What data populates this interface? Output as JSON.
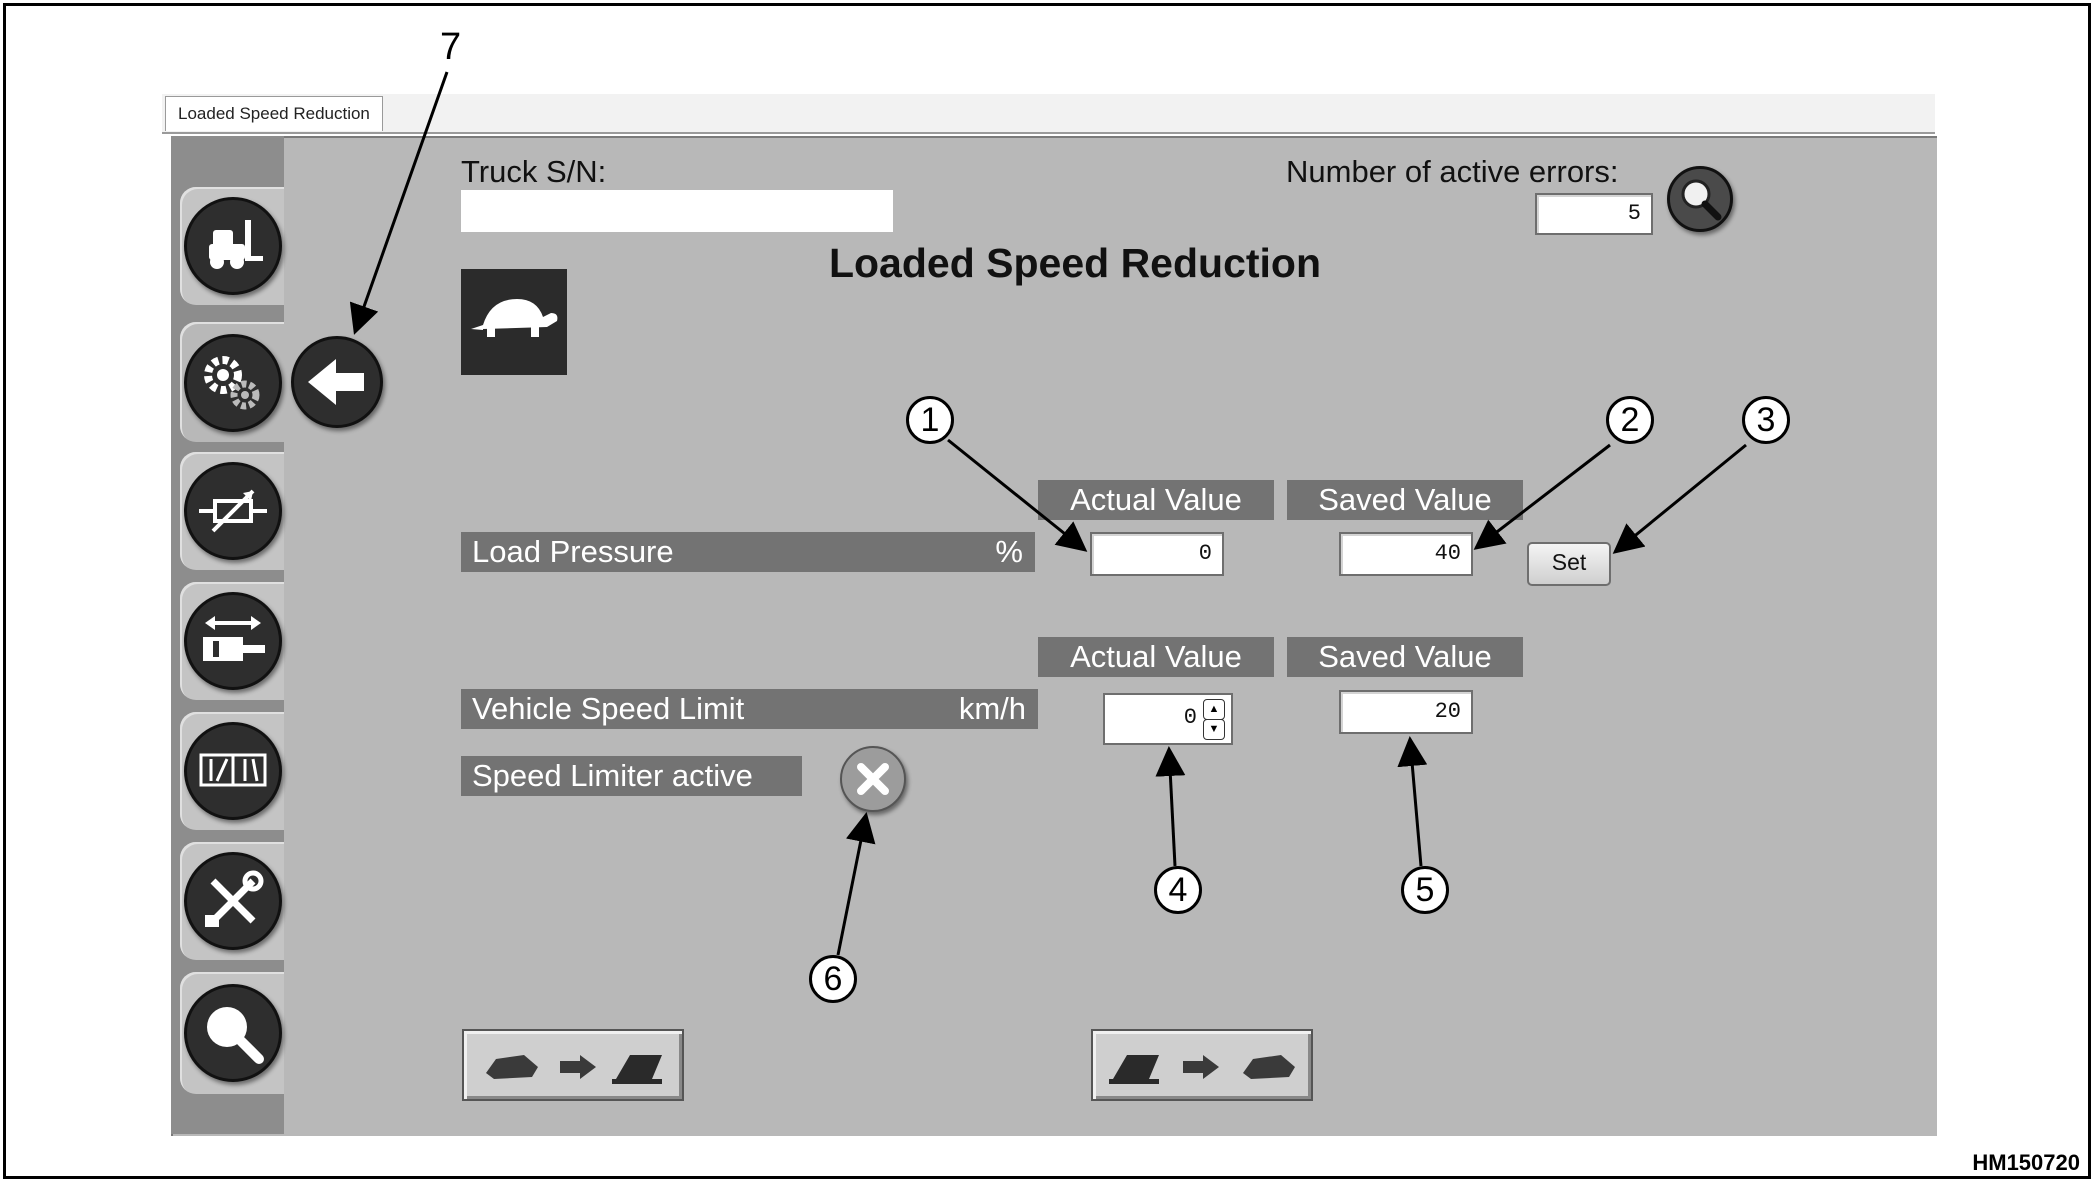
{
  "window": {
    "tab_label": "Loaded Speed Reduction"
  },
  "header": {
    "truck_sn_label": "Truck S/N:",
    "truck_sn_value": "",
    "active_errors_label": "Number of active errors:",
    "active_errors_value": "5",
    "title": "Loaded Speed Reduction"
  },
  "sidebar": {
    "items": [
      {
        "icon": "forklift-icon"
      },
      {
        "icon": "gears-icon",
        "selected": true
      },
      {
        "icon": "adjustment-icon"
      },
      {
        "icon": "hydraulic-cylinder-icon"
      },
      {
        "icon": "valve-diagram-icon"
      },
      {
        "icon": "tools-icon"
      },
      {
        "icon": "magnifier-icon"
      }
    ]
  },
  "mode_icon": "turtle-icon",
  "load_pressure": {
    "actual_header": "Actual Value",
    "saved_header": "Saved Value",
    "label": "Load Pressure",
    "unit": "%",
    "actual_value": "0",
    "saved_value": "40",
    "set_label": "Set"
  },
  "vehicle_speed": {
    "actual_header": "Actual Value",
    "saved_header": "Saved Value",
    "label": "Vehicle Speed Limit",
    "unit": "km/h",
    "actual_value": "0",
    "saved_value": "20"
  },
  "speed_limiter": {
    "label": "Speed Limiter active",
    "state_icon": "x-icon"
  },
  "transfer": {
    "read_icon": "truck-to-laptop-icon",
    "write_icon": "laptop-to-truck-icon"
  },
  "callouts": [
    "1",
    "2",
    "3",
    "4",
    "5",
    "6",
    "7"
  ],
  "figure_id": "HM150720",
  "colors": {
    "panel": "#b8b8b8",
    "label_bar": "#737373",
    "sidebar": "#8d8d8d",
    "icon_dark": "#2e2e2e"
  }
}
